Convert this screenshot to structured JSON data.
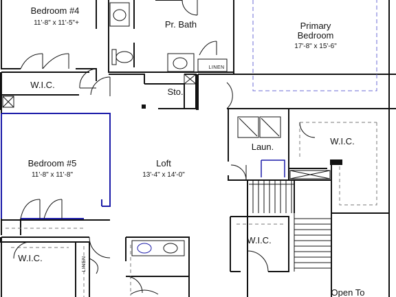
{
  "rooms": {
    "bedroom4": {
      "name": "Bedroom #4",
      "dims": "11'-8\" x 11'-5\"+"
    },
    "pr_bath": {
      "name": "Pr. Bath"
    },
    "primary_bedroom": {
      "name_line1": "Primary",
      "name_line2": "Bedroom",
      "dims": "17'-8\" x 15'-6\""
    },
    "wic_top_left": {
      "name": "W.I.C."
    },
    "storage": {
      "name": "Sto."
    },
    "linen_top": {
      "name": "LINEN"
    },
    "bedroom5": {
      "name": "Bedroom #5",
      "dims": "11'-8\" x 11'-8\""
    },
    "loft": {
      "name": "Loft",
      "dims": "13'-4\" x 14'-0\""
    },
    "laundry": {
      "name": "Laun."
    },
    "wic_right": {
      "name": "W.I.C."
    },
    "wic_bottom_left": {
      "name": "W.I.C."
    },
    "linen_bottom": {
      "name": "LINEN"
    },
    "wic_bottom_center": {
      "name": "W.I.C."
    },
    "open_to": {
      "name": "Open To"
    }
  },
  "colors": {
    "wall": "#111111",
    "dashed": "#6b6bd6",
    "highlight": "#1a1aa8"
  }
}
